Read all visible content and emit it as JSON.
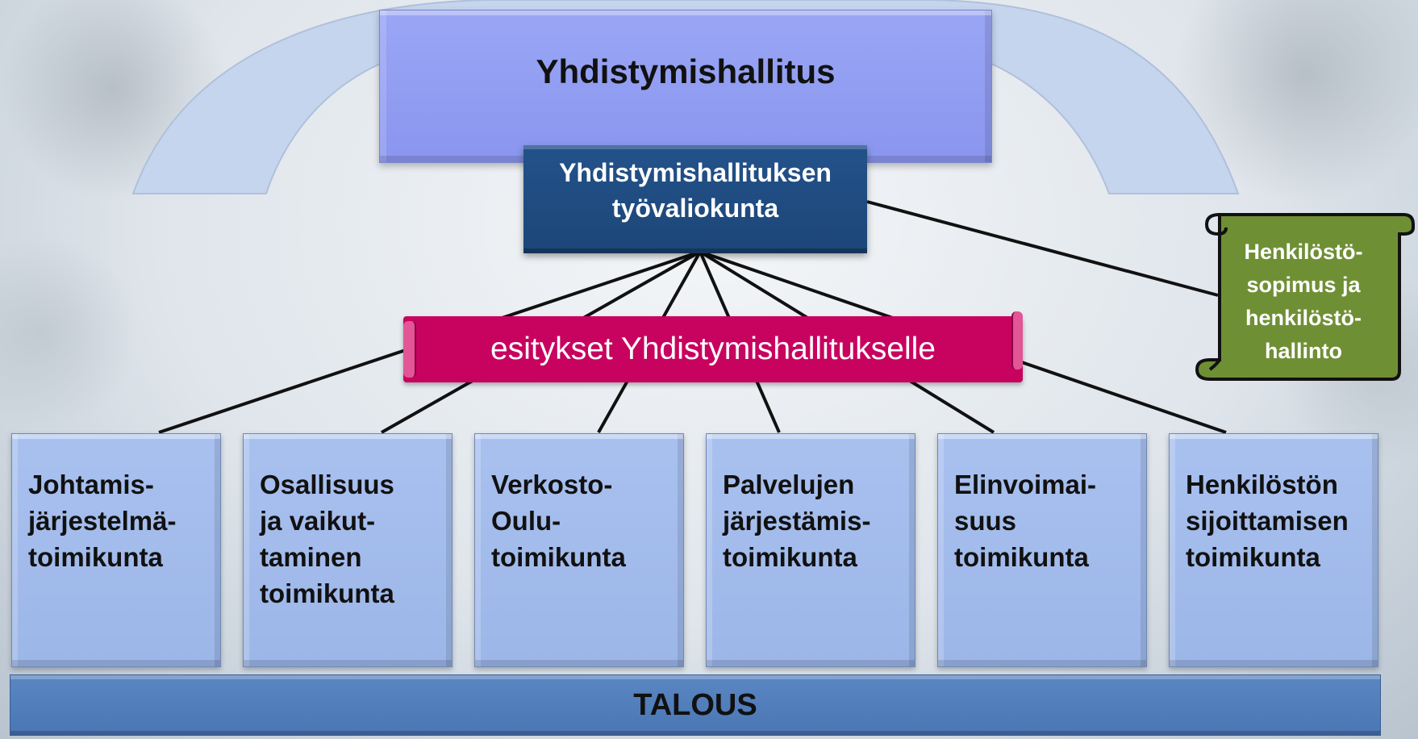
{
  "board": {
    "title": "Yhdistymishallitus"
  },
  "executive_committee": {
    "line1": "Yhdistymishallituksen",
    "line2": "työvaliokunta"
  },
  "proposals": {
    "label": "esitykset Yhdistymishallitukselle"
  },
  "staff_agreement": {
    "lines": [
      "Henkilöstö-",
      "sopimus ja",
      "henkilöstö-",
      "hallinto"
    ]
  },
  "committees": [
    {
      "lines": [
        "Johtamis-",
        "järjestelmä-",
        "toimikunta"
      ]
    },
    {
      "lines": [
        "Osallisuus",
        "ja vaikut-",
        "taminen",
        "toimikunta"
      ]
    },
    {
      "lines": [
        "Verkosto-",
        "Oulu-",
        "toimikunta"
      ]
    },
    {
      "lines": [
        "Palvelujen",
        "järjestämis-",
        "toimikunta"
      ]
    },
    {
      "lines": [
        "Elinvoimai-",
        "suus",
        "toimikunta"
      ]
    },
    {
      "lines": [
        "Henkilöstön",
        "sijoittamisen",
        "toimikunta"
      ]
    }
  ],
  "finance": {
    "label": "TALOUS"
  },
  "colors": {
    "board": "#8a96ee",
    "executive": "#1c4678",
    "proposals": "#c8035f",
    "committee": "#a9c1ef",
    "finance": "#4a76b4",
    "scroll": "#6f8f35",
    "arch": "#c5d5ee"
  }
}
